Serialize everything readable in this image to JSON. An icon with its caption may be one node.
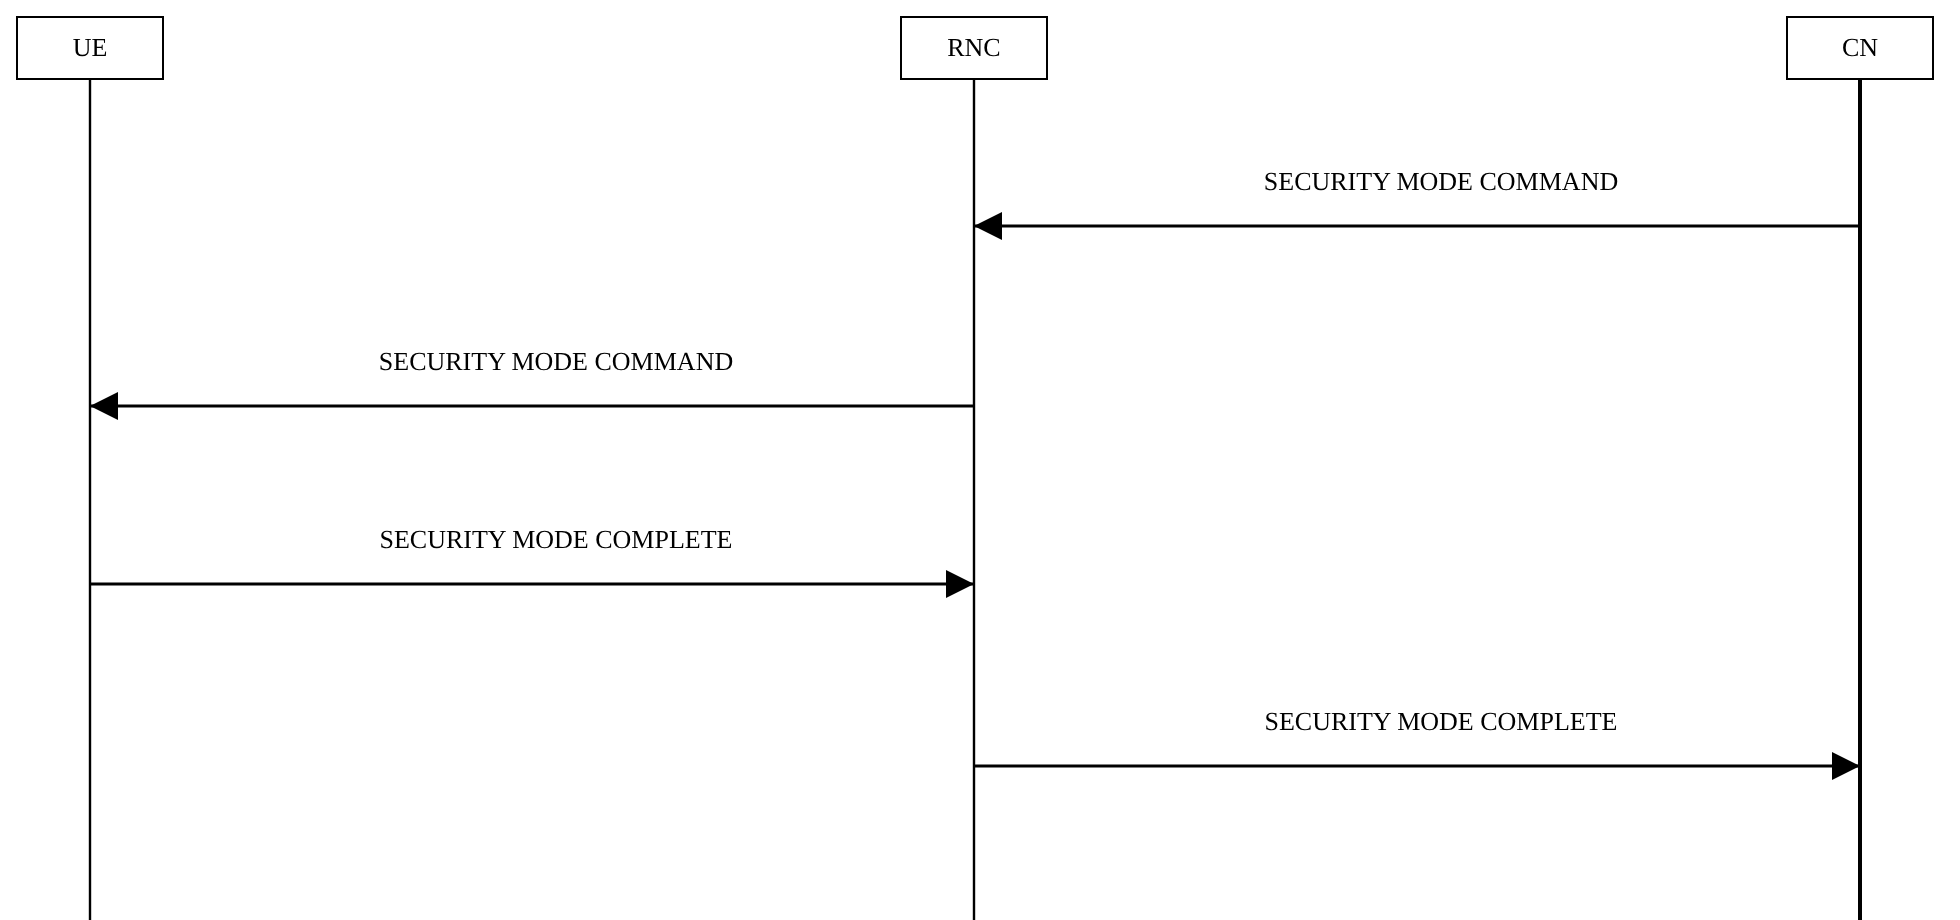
{
  "diagram": {
    "nodes": [
      {
        "text": [
          "UE"
        ]
      },
      {
        "text": [
          "RNC"
        ]
      },
      {
        "text": [
          "CN"
        ]
      }
    ],
    "edges": [
      {
        "from": 2,
        "to": 1,
        "arrow": "to",
        "label": "SECURITY MODE COMMAND"
      },
      {
        "from": 1,
        "to": 0,
        "arrow": "to",
        "label": "SECURITY MODE COMMAND"
      },
      {
        "from": 0,
        "to": 1,
        "arrow": "to",
        "label": "SECURITY MODE COMPLETE"
      },
      {
        "from": 1,
        "to": 2,
        "arrow": "to",
        "label": "SECURITY MODE COMPLETE"
      }
    ]
  }
}
